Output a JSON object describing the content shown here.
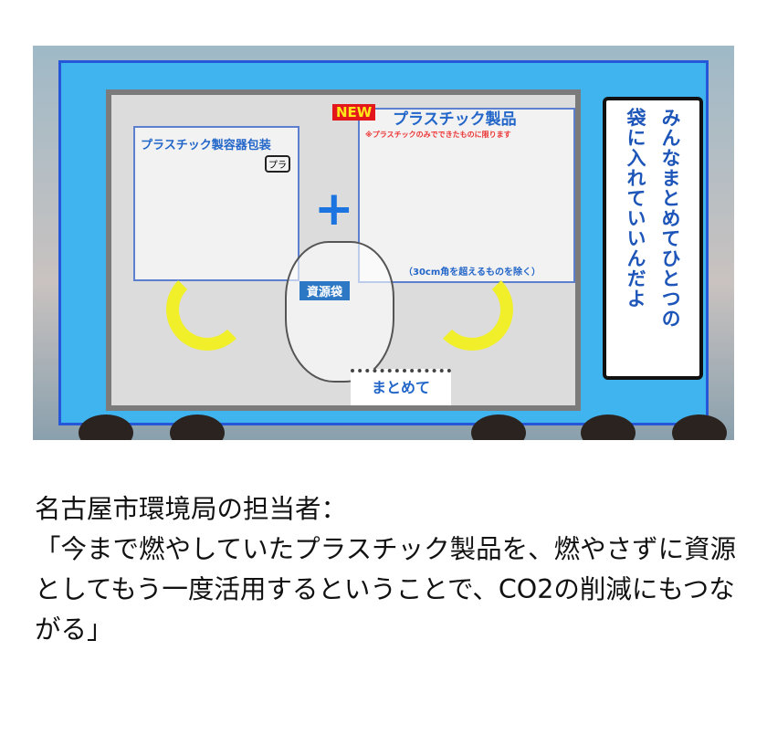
{
  "image": {
    "left_panel_title": "プラスチック製容器包装",
    "recycle_mark": "プラ",
    "new_badge": "NEW",
    "right_panel_title": "プラスチック製品",
    "right_panel_note": "※プラスチックのみでできたものに限ります",
    "right_panel_size_note": "（30cm角を超えるものを除く）",
    "plus": "+",
    "bag_label": "資源袋",
    "summary_tab": "まとめて",
    "callout_lines": [
      "みんなまとめてひとつの",
      "袋に入れていいんだよ"
    ]
  },
  "caption": {
    "speaker": "名古屋市環境局の担当者：",
    "quote": "「今まで燃やしていたプラスチック製品を、燃やさずに資源としてもう一度活用するということで、CO2の削減にもつながる」"
  }
}
